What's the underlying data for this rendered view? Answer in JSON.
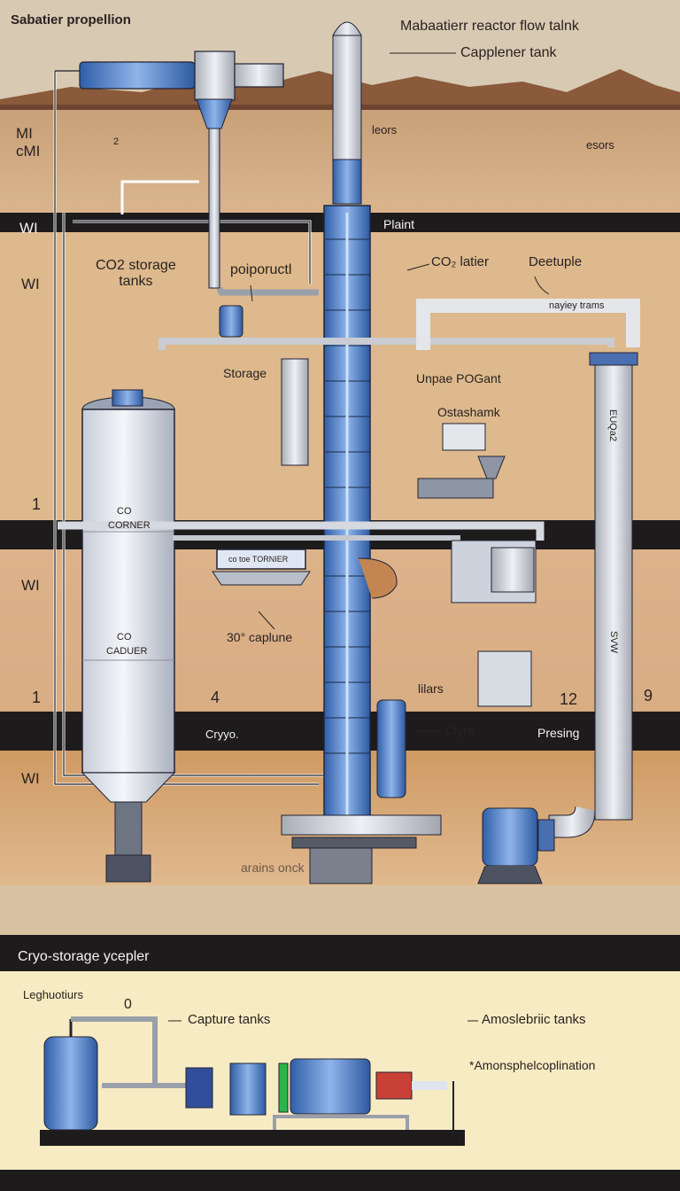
{
  "header": {
    "title": "Sabatier propellion",
    "reactor_label": "Mabaatierr reactor flow talnk",
    "tank_label": "Capplener tank"
  },
  "left_markers": {
    "m1": "MI",
    "m2": "cMI",
    "m3": "WI",
    "m4": "WI",
    "m5": "1",
    "m6": "WI",
    "m7": "1",
    "m8": "WI"
  },
  "strata_labels": {
    "two": "2",
    "leors": "leors",
    "esors": "esors",
    "plaint": "Plaint",
    "four": "4",
    "cryo_a": "Cryyo.",
    "twelve": "12",
    "nine": "9",
    "arains": "arains onck"
  },
  "main": {
    "co2_storage": "CO2 storage\ntanks",
    "poipoructl": "poipoructl",
    "co2_latier": "CO₂ latier",
    "deetuple": "Deetuple",
    "nayiey": "nayiey trams",
    "storage": "Storage",
    "unpae": "Unpae POGant",
    "ostashamk": "Ostashamk",
    "vertical_pipe_label": "EUQa2",
    "vertical_pipe_label2": "SVW",
    "tank_co_1": "CO",
    "tank_corner": "CORNER",
    "tank_co_2": "CO",
    "tank_caduer": "CADUER",
    "reactor_box": "co toe TORNIER",
    "capture": "30° caplune",
    "lilars": "lilars",
    "cryo": "Cryro",
    "presing": "Presing"
  },
  "bottom_panel": {
    "title": "Cryo-storage ycepler",
    "legend": "Leghuotiurs",
    "zero": "0",
    "capture_tanks": "Capture tanks",
    "atmos1": "Amoslebriic tanks",
    "atmos2": "*Amonsphelcoplination"
  },
  "colors": {
    "tank": "#e7eaf2",
    "pipe": "#c9ccd3",
    "blue": "#3f73c4",
    "dark_band": "#1d1b1c"
  }
}
